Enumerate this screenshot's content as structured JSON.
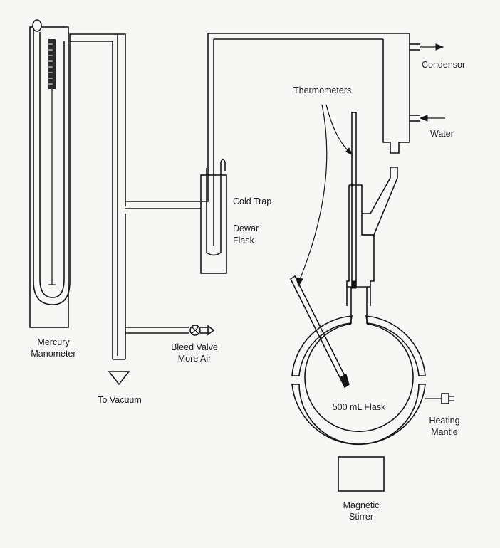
{
  "labels": {
    "mercury": [
      "Mercury",
      "Manometer"
    ],
    "to_vacuum": "To Vacuum",
    "bleed": [
      "Bleed Valve",
      "More Air"
    ],
    "cold_trap": "Cold Trap",
    "dewar": [
      "Dewar",
      "Flask"
    ],
    "thermometers": "Thermometers",
    "condensor": "Condensor",
    "water": "Water",
    "flask": "500 mL Flask",
    "heating": [
      "Heating",
      "Mantle"
    ],
    "stirrer": [
      "Magnetic",
      "Stirrer"
    ]
  }
}
